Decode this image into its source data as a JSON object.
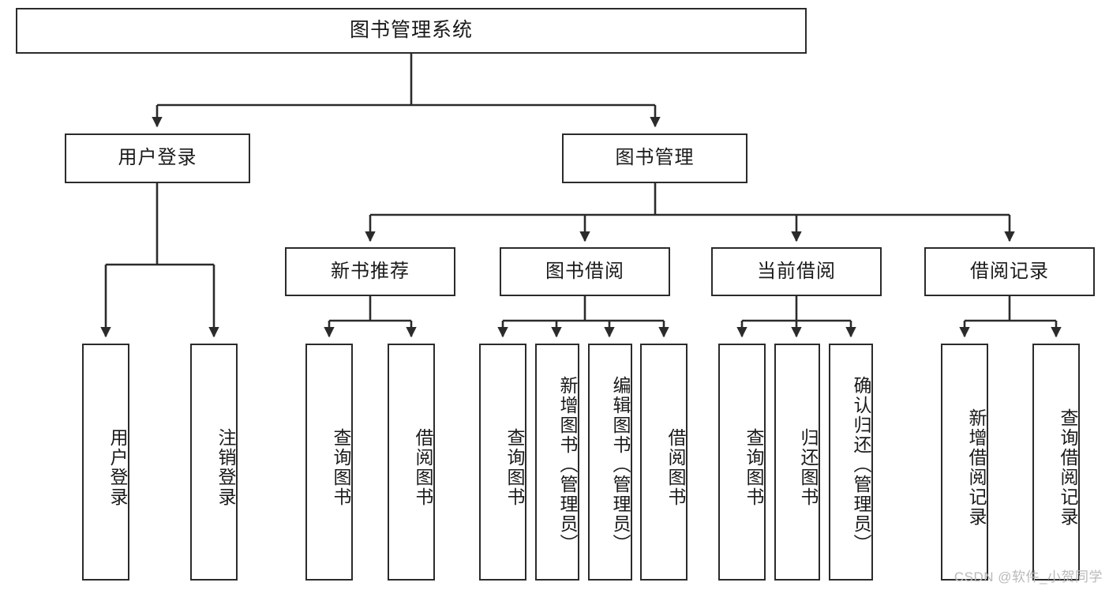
{
  "diagram": {
    "type": "hierarchy-tree",
    "title": "图书管理系统",
    "colors": {
      "box_border": "#2b2b2b",
      "box_fill": "#ffffff",
      "line": "#2b2b2b",
      "text": "#1a1a1a",
      "watermark": "#b9b9b9"
    },
    "root": {
      "label": "图书管理系统"
    },
    "level2": [
      {
        "label": "用户登录"
      },
      {
        "label": "图书管理"
      }
    ],
    "level3": [
      {
        "label": "新书推荐"
      },
      {
        "label": "图书借阅"
      },
      {
        "label": "当前借阅"
      },
      {
        "label": "借阅记录"
      }
    ],
    "leaves": [
      {
        "label": "用户登录",
        "parent": "用户登录"
      },
      {
        "label": "注销登录",
        "parent": "用户登录"
      },
      {
        "label": "查询图书",
        "parent": "新书推荐"
      },
      {
        "label": "借阅图书",
        "parent": "新书推荐"
      },
      {
        "label": "查询图书",
        "parent": "图书借阅"
      },
      {
        "label": "新增图书（管理员）",
        "parent": "图书借阅"
      },
      {
        "label": "编辑图书（管理员）",
        "parent": "图书借阅"
      },
      {
        "label": "借阅图书",
        "parent": "图书借阅"
      },
      {
        "label": "查询图书",
        "parent": "当前借阅"
      },
      {
        "label": "归还图书",
        "parent": "当前借阅"
      },
      {
        "label": "确认归还（管理员）",
        "parent": "当前借阅"
      },
      {
        "label": "新增借阅记录",
        "parent": "借阅记录"
      },
      {
        "label": "查询借阅记录",
        "parent": "借阅记录"
      }
    ]
  },
  "watermark": {
    "text": "CSDN @软件_小贺同学"
  }
}
